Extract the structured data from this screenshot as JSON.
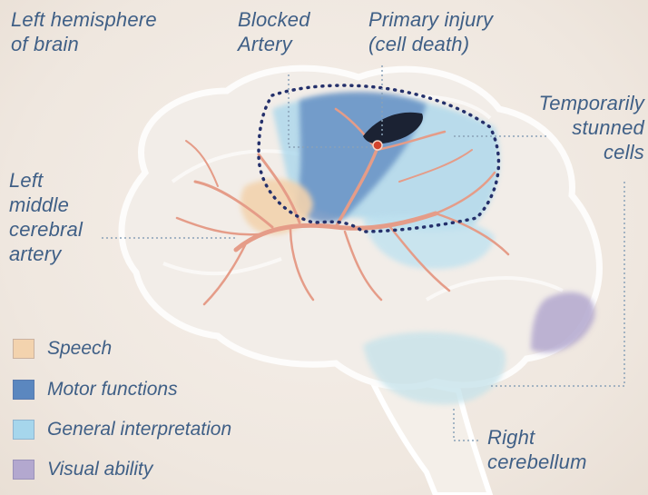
{
  "labels": {
    "left_hemisphere": "Left hemisphere\nof  brain",
    "blocked_artery": "Blocked\nArtery",
    "primary_injury": "Primary injury\n(cell death)",
    "stunned_cells": "Temporarily\nstunned\ncells",
    "middle_artery": "Left\nmiddle\ncerebral\nartery",
    "cerebellum": "Right\ncerebellum"
  },
  "legend": [
    {
      "label": "Speech",
      "color": "#f3d3ae"
    },
    {
      "label": "Motor functions",
      "color": "#5b87bf"
    },
    {
      "label": "General interpretation",
      "color": "#a6d6ec"
    },
    {
      "label": "Visual ability",
      "color": "#b3a8cf"
    }
  ],
  "colors": {
    "text": "#3f5f86",
    "brain_outline": "#f8f6f4",
    "artery": "#e59c88",
    "injury": "#1b2233",
    "leader": "#8aa2b8"
  }
}
